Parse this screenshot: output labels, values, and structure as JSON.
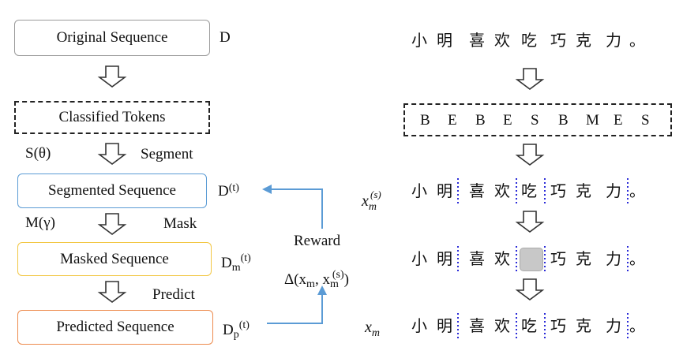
{
  "left": {
    "original": "Original Sequence",
    "classified": "Classified Tokens",
    "segmented": "Segmented Sequence",
    "masked": "Masked Sequence",
    "predicted": "Predicted Sequence",
    "d": "D",
    "d_t": "D",
    "d_t_sup": "(t)",
    "dm": "D",
    "dm_sub": "m",
    "dm_sup": "(t)",
    "dp": "D",
    "dp_sub": "p",
    "dp_sup": "(t)",
    "s_theta": "S(θ)",
    "segment": "Segment",
    "m_gamma": "M(γ)",
    "mask": "Mask",
    "predict": "Predict",
    "reward": "Reward",
    "delta": "Δ(x",
    "delta_sub1": "m",
    "delta_mid": ", x",
    "delta_sub2": "m",
    "delta_sup2": "(s)",
    "delta_end": ")"
  },
  "right": {
    "sentence": [
      "小",
      "明",
      "喜",
      "欢",
      "吃",
      "巧",
      "克",
      "力",
      "。"
    ],
    "tags": [
      "B",
      "E",
      "B",
      "E",
      "S",
      "B",
      "M",
      "E",
      "S"
    ],
    "xms_label": "x",
    "xms_sub": "m",
    "xms_sup": "(s)",
    "xm_label": "x",
    "xm_sub": "m"
  },
  "colors": {
    "blue": "#5b9bd5",
    "yellow": "#f2c744",
    "orange": "#ed8b4d",
    "gray_border": "#9a9a9a",
    "dotted_divider": "#2b2bd8",
    "mask_fill": "#c8c8c8"
  }
}
